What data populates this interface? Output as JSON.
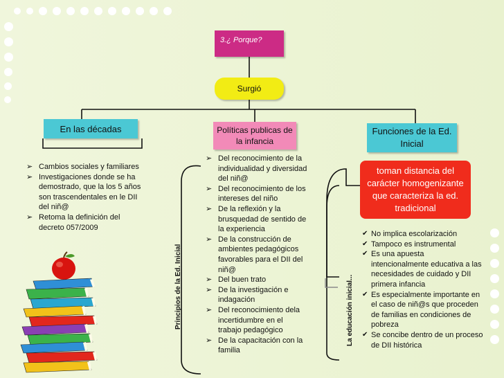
{
  "title": "3.¿ Porque?",
  "surgio": "Surgió",
  "branches": {
    "decadas": "En las décadas",
    "politicas": "Políticas publicas de la infancia",
    "funciones": "Funciones de la Ed. Inicial"
  },
  "decadas_items": [
    "Cambios sociales y familiares",
    "Investigaciones donde se ha demostrado, que la los 5 años son trascendentales en le DII del niñ@",
    "Retoma la definición del decreto 057/2009"
  ],
  "principios_label": "Principios de la Ed. Inicial",
  "principios_items": [
    "Del reconocimiento de la individualidad y diversidad del niñ@",
    "Del reconocimiento de los  intereses del niño",
    "De la reflexión  y la brusquedad de sentido de la experiencia",
    "De la construcción de ambientes pedagógicos favorables para el DII del niñ@",
    "Del buen trato",
    "De la investigación e indagación",
    "Del reconocimiento dela incertidumbre en el trabajo pedagógico",
    "De la capacitación con la familia"
  ],
  "tradicional": "toman distancia del carácter homogenizante que caracteriza la ed. tradicional",
  "educacion_label": "La educación inicial...",
  "educacion_items": [
    "No implica escolarización",
    "Tampoco es instrumental",
    "Es una apuesta intencionalmente educativa a las necesidades de cuidado y DII primera infancia",
    "Es especialmente importante en el caso de niñ@s que proceden de familias en condiciones de pobreza",
    " Se concibe dentro de un proceso de DII histórica"
  ],
  "colors": {
    "title_bg": "#cc2b85",
    "surgio_bg": "#f2ec14",
    "cyan_box": "#4bc8d4",
    "pink_box": "#f28ab8",
    "red_box": "#f02c1c",
    "background": "#ecf3d4"
  }
}
